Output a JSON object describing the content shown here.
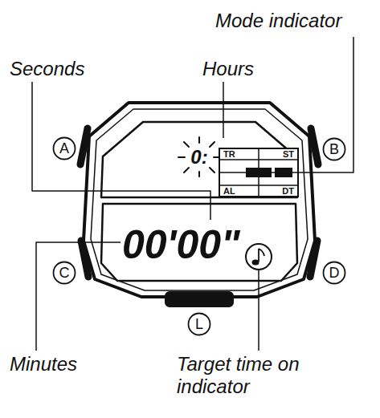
{
  "diagram": {
    "nodes": [
      {
        "text": [
          "A"
        ]
      },
      {
        "text": [
          "B"
        ]
      },
      {
        "text": [
          "TR",
          "ST",
          "AL",
          "DT"
        ]
      },
      {
        "text": [
          "C"
        ]
      },
      {
        "text": [
          "D"
        ]
      },
      {
        "text": [
          "L"
        ]
      }
    ],
    "labels": [
      "Mode indicator",
      "Seconds",
      "Hours",
      "0:",
      "00'00\"",
      "Minutes",
      "Target time on indicator"
    ]
  }
}
